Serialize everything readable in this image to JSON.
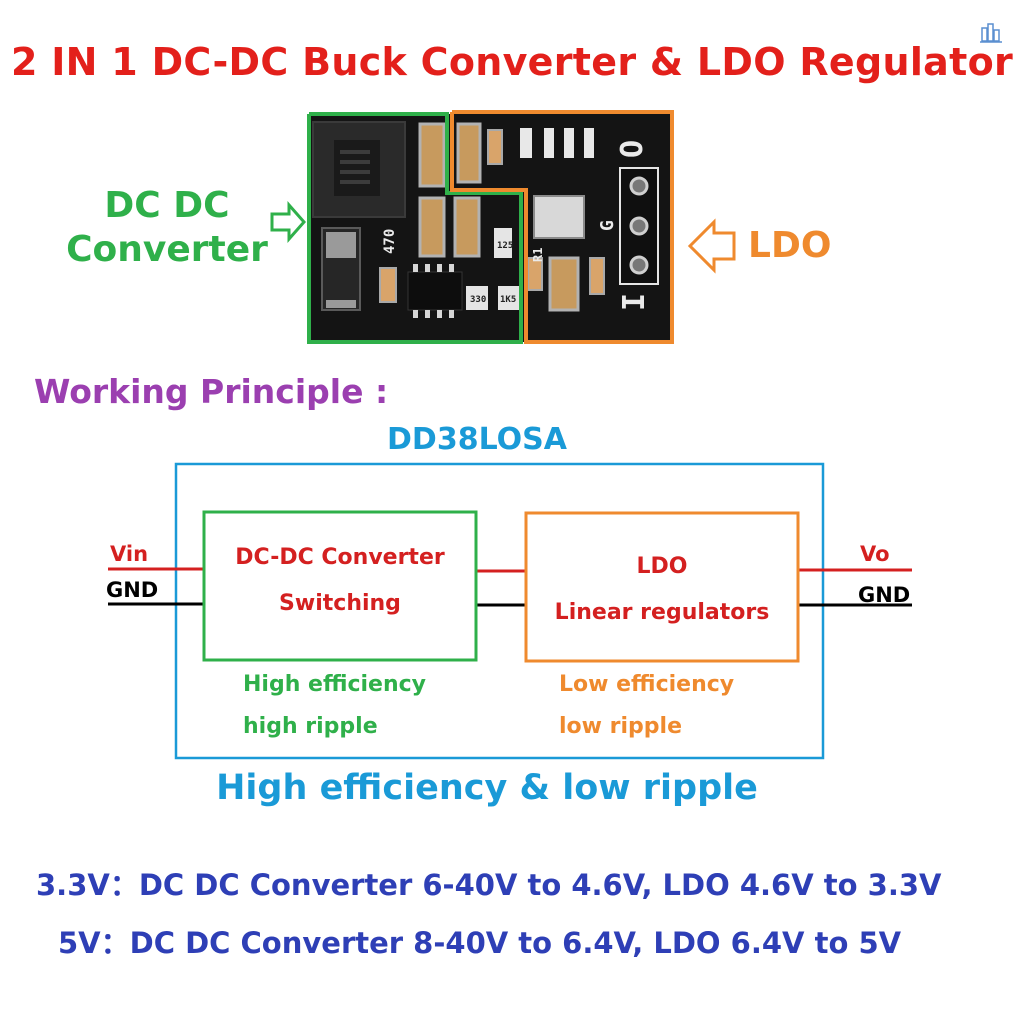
{
  "title": "2 IN 1 DC-DC Buck Converter & LDO Regulator",
  "board": {
    "dcdc_label_line1": "DC DC",
    "dcdc_label_line2": "Converter",
    "ldo_label": "LDO",
    "pcb_marks": {
      "output_pin": "O",
      "ground_pin": "G",
      "input_pin": "I",
      "inductor_code": "470",
      "r1": "R1",
      "r125": "125",
      "r1k5": "1K5",
      "r330": "330"
    }
  },
  "principle": {
    "heading": "Working Principle :",
    "chip_name": "DD38LOSA",
    "input_pos": "Vin",
    "input_gnd": "GND",
    "output_pos": "Vo",
    "output_gnd": "GND",
    "dcdc_block": {
      "line1": "DC-DC Converter",
      "line2": "Switching",
      "note1": "High efficiency",
      "note2": "high ripple"
    },
    "ldo_block": {
      "line1": "LDO",
      "line2": "Linear regulators",
      "note1": "Low efficiency",
      "note2": "low ripple"
    },
    "summary": "High efficiency & low ripple"
  },
  "specs": [
    "3.3V：DC DC Converter 6-40V to 4.6V, LDO 4.6V to 3.3V",
    "5V：DC DC Converter 8-40V to 6.4V, LDO 6.4V to 5V"
  ],
  "colors": {
    "title_red": "#e3201b",
    "dcdc_green": "#2fb04a",
    "ldo_orange": "#ef8a2e",
    "chip_blue": "#1a9ad7",
    "heading_purple": "#9b3fb0",
    "spec_blue": "#2e3fb6",
    "wire_red": "#d42020",
    "wire_black": "#000000",
    "pcb_black": "#141414"
  },
  "icons": [
    "watermark-icon",
    "right-arrow-icon",
    "left-arrow-icon"
  ]
}
